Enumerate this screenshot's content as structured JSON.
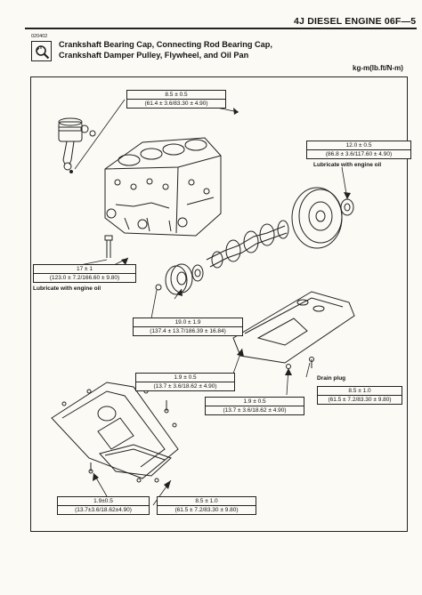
{
  "header": {
    "engine_section": "4J DIESEL ENGINE 06F—5",
    "doc_code": "020402",
    "title_line1": "Crankshaft Bearing Cap, Connecting Rod Bearing Cap,",
    "title_line2": "Crankshaft Damper Pulley, Flywheel, and Oil Pan",
    "units": "kg-m(lb.ft/N-m)",
    "icon": "wrench-icon"
  },
  "specs": {
    "conrod_cap": {
      "main": "8.5 ± 0.5",
      "sub": "(61.4 ± 3.6/83.30 ± 4.90)"
    },
    "flywheel": {
      "main": "12.0 ± 0.5",
      "sub": "(86.8 ± 3.6/117.60 ± 4.90)",
      "note": "Lubricate with engine oil"
    },
    "bearing_cap": {
      "main": "17 ± 1",
      "sub": "(123.0 ± 7.2/166.60 ± 9.80)",
      "note": "Lubricate with engine oil"
    },
    "damper_pulley": {
      "main": "19.0 ± 1.9",
      "sub": "(137.4 ± 13.7/186.39 ± 16.84)"
    },
    "oil_pan_a": {
      "main": "1.9 ± 0.5",
      "sub": "(13.7 ± 3.6/18.62 ± 4.90)"
    },
    "oil_pan_b": {
      "main": "1.9 ± 0.5",
      "sub": "(13.7 ± 3.6/18.62 ± 4.90)"
    },
    "drain_plug": {
      "main": "8.5 ± 1.0",
      "sub": "(61.5 ± 7.2/83.30 ± 9.80)",
      "note": "Drain plug"
    },
    "lower_pan_a": {
      "main": "1.9±0.5",
      "sub": "(13.7±3.6/18.62±4.90)"
    },
    "lower_pan_b": {
      "main": "8.5 ± 1.0",
      "sub": "(61.5 ± 7.2/83.30 ± 9.80)"
    }
  }
}
